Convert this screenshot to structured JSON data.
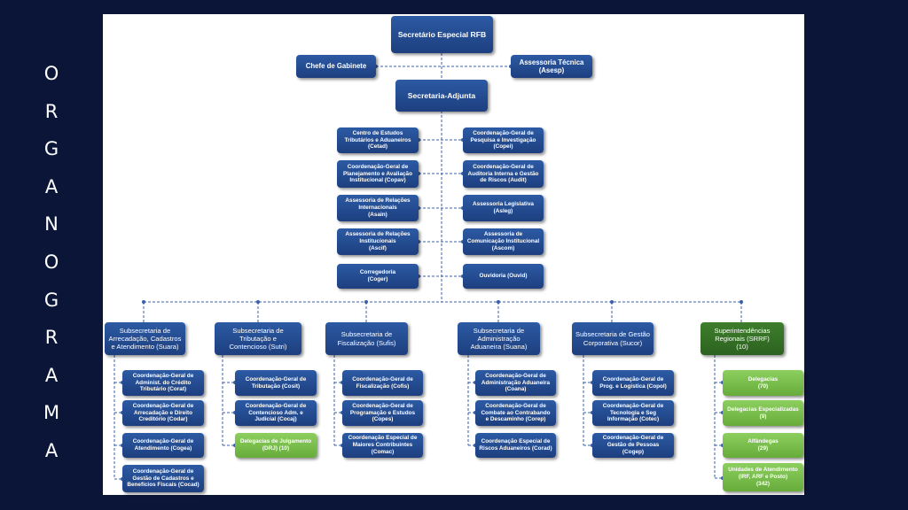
{
  "side_title": [
    "O",
    "R",
    "G",
    "A",
    "N",
    "O",
    "G",
    "R",
    "A",
    "M",
    "A"
  ],
  "org": {
    "top": "Secretário Especial RFB",
    "chefe": "Chefe de Gabinete",
    "asesp": "Assessoria Técnica (Asesp)",
    "adjunta": "Secretaria-Adjunta",
    "left_units": [
      "Centro de Estudos\nTributários e Aduaneiros\n(Cetad)",
      "Coordenação-Geral de\nPlanejamento e Avaliação\nInstitucional (Copav)",
      "Assessoria de Relações\nInternacionais\n(Asain)",
      "Assessoria de Relações\nInstitucionais\n(Ascif)",
      "Corregedoria\n(Coger)"
    ],
    "right_units": [
      "Coordenação-Geral de\nPesquisa e Investigação\n(Copei)",
      "Coordenação-Geral de\nAuditoria Interna e Gestão\nde Riscos (Audit)",
      "Assessoria Legislativa\n(Asleg)",
      "Assessoria de\nComunicação Institucional\n(Ascom)",
      "Ouvidoria (Ouvid)"
    ],
    "subsecretarias": [
      {
        "name": "Subsecretaria de\nArrecadação, Cadastros\ne Atendimento (Suara)",
        "children": [
          {
            "label": "Coordenação-Geral de\nAdminist. do Crédito\nTributário (Corat)"
          },
          {
            "label": "Coordenação-Geral de\nArrecadação e Direito\nCreditório (Codar)"
          },
          {
            "label": "Coordenação-Geral de\nAtendimento (Cogea)"
          },
          {
            "label": "Coordenação-Geral de\nGestão de Cadastros e\nBenefícios Fiscais (Cocad)"
          }
        ]
      },
      {
        "name": "Subsecretaria de\nTributação e\nContencioso (Sutri)",
        "children": [
          {
            "label": "Coordenação-Geral de\nTributação (Cosit)"
          },
          {
            "label": "Coordenação-Geral de\nContencioso Adm. e\nJudicial (Cocaj)"
          },
          {
            "label": "Delegacias de Julgamento\n(DRJ) (10)",
            "green": true
          }
        ]
      },
      {
        "name": "Subsecretaria de\nFiscalização (Sufis)",
        "children": [
          {
            "label": "Coordenação-Geral de\nFiscalização (Cofis)"
          },
          {
            "label": "Coordenação-Geral de\nProgramação e Estudos\n(Copes)"
          },
          {
            "label": "Coordenação Especial de\nMaiores Contribuintes\n(Comac)"
          }
        ]
      },
      {
        "name": "Subsecretaria de\nAdministração\nAduaneira (Suana)",
        "children": [
          {
            "label": "Coordenação-Geral de\nAdministração Aduaneira\n(Coana)"
          },
          {
            "label": "Coordenação-Geral de\nCombate ao Contrabando\ne Descaminho (Corep)"
          },
          {
            "label": "Coordenação Especial de\nRiscos Aduaneiros (Corad)"
          }
        ]
      },
      {
        "name": "Subsecretaria de Gestão\nCorporativa (Sucor)",
        "children": [
          {
            "label": "Coordenação-Geral de\nProg. e Logística (Copol)"
          },
          {
            "label": "Coordenação-Geral de\nTecnologia e Seg\nInformação (Cotec)"
          },
          {
            "label": "Coordenação-Geral de\nGestão de Pessoas (Cogep)"
          }
        ]
      },
      {
        "name": "Superintendências\nRegionais (SRRF)\n(10)",
        "green": true,
        "children": [
          {
            "label": "Delegacias\n(70)",
            "green": true
          },
          {
            "label": "Delegacias Especializadas\n(9)",
            "green": true
          },
          {
            "label": "Alfândegas\n(29)",
            "green": true
          },
          {
            "label": "Unidades de Atendimento\n(IRF, ARF e Posto)\n(342)",
            "green": true
          }
        ]
      }
    ]
  },
  "colors": {
    "background": "#0b1538",
    "panel": "#ffffff",
    "box_blue": "#23488d",
    "box_green": "#7cc04f",
    "line": "#3a5fa8"
  }
}
